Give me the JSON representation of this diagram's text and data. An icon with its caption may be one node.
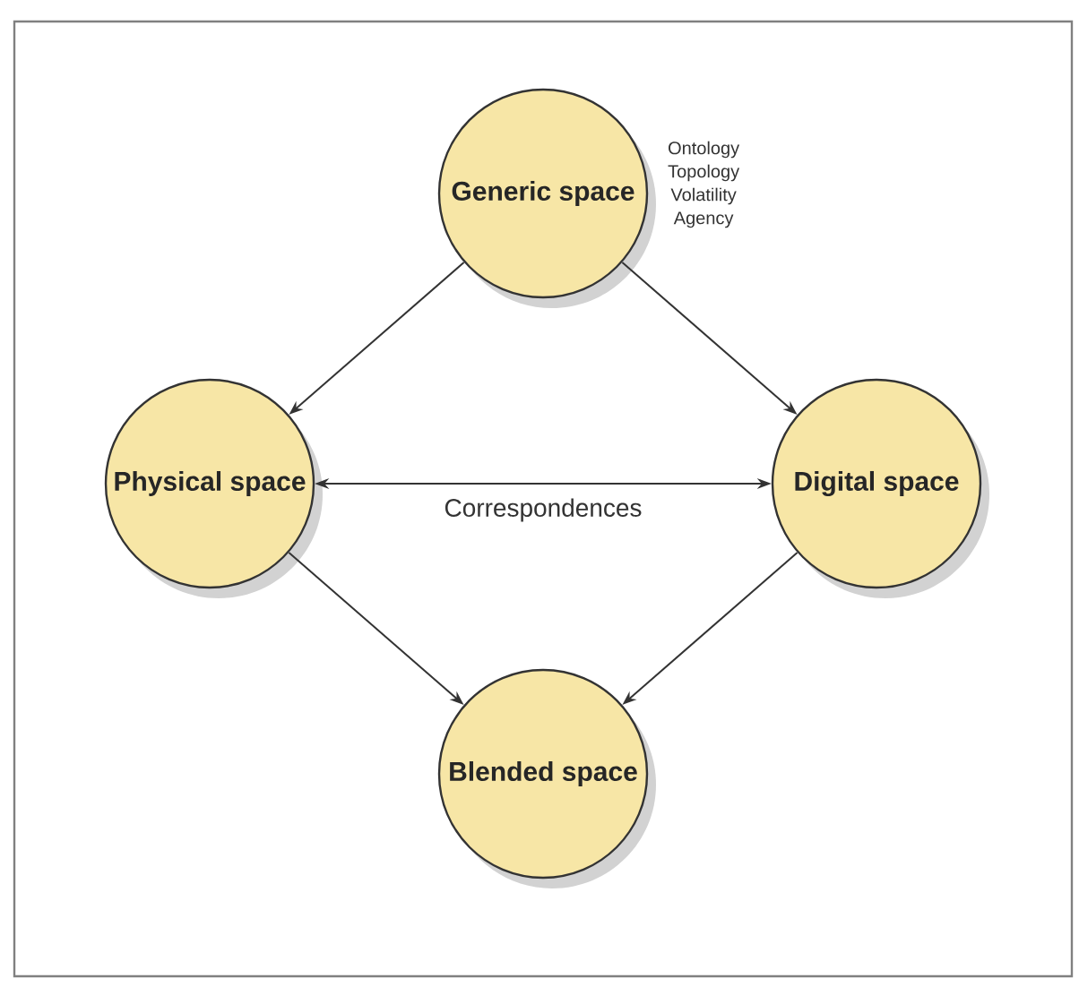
{
  "diagram": {
    "nodes": [
      {
        "text": [
          "Generic space"
        ],
        "beside": [
          "Ontology",
          "Topology",
          "Volatility",
          "Agency"
        ]
      },
      {
        "text": [
          "Physical space"
        ]
      },
      {
        "text": [
          "Digital space"
        ]
      },
      {
        "text": [
          "Blended space"
        ]
      }
    ],
    "edges": [
      {
        "from": 0,
        "to": 1,
        "arrow": "to"
      },
      {
        "from": 0,
        "to": 2,
        "arrow": "to"
      },
      {
        "from": 1,
        "to": 2,
        "arrow": "both",
        "label": "Correspondences"
      },
      {
        "from": 1,
        "to": 3,
        "arrow": "to"
      },
      {
        "from": 2,
        "to": 3,
        "arrow": "to"
      }
    ]
  }
}
